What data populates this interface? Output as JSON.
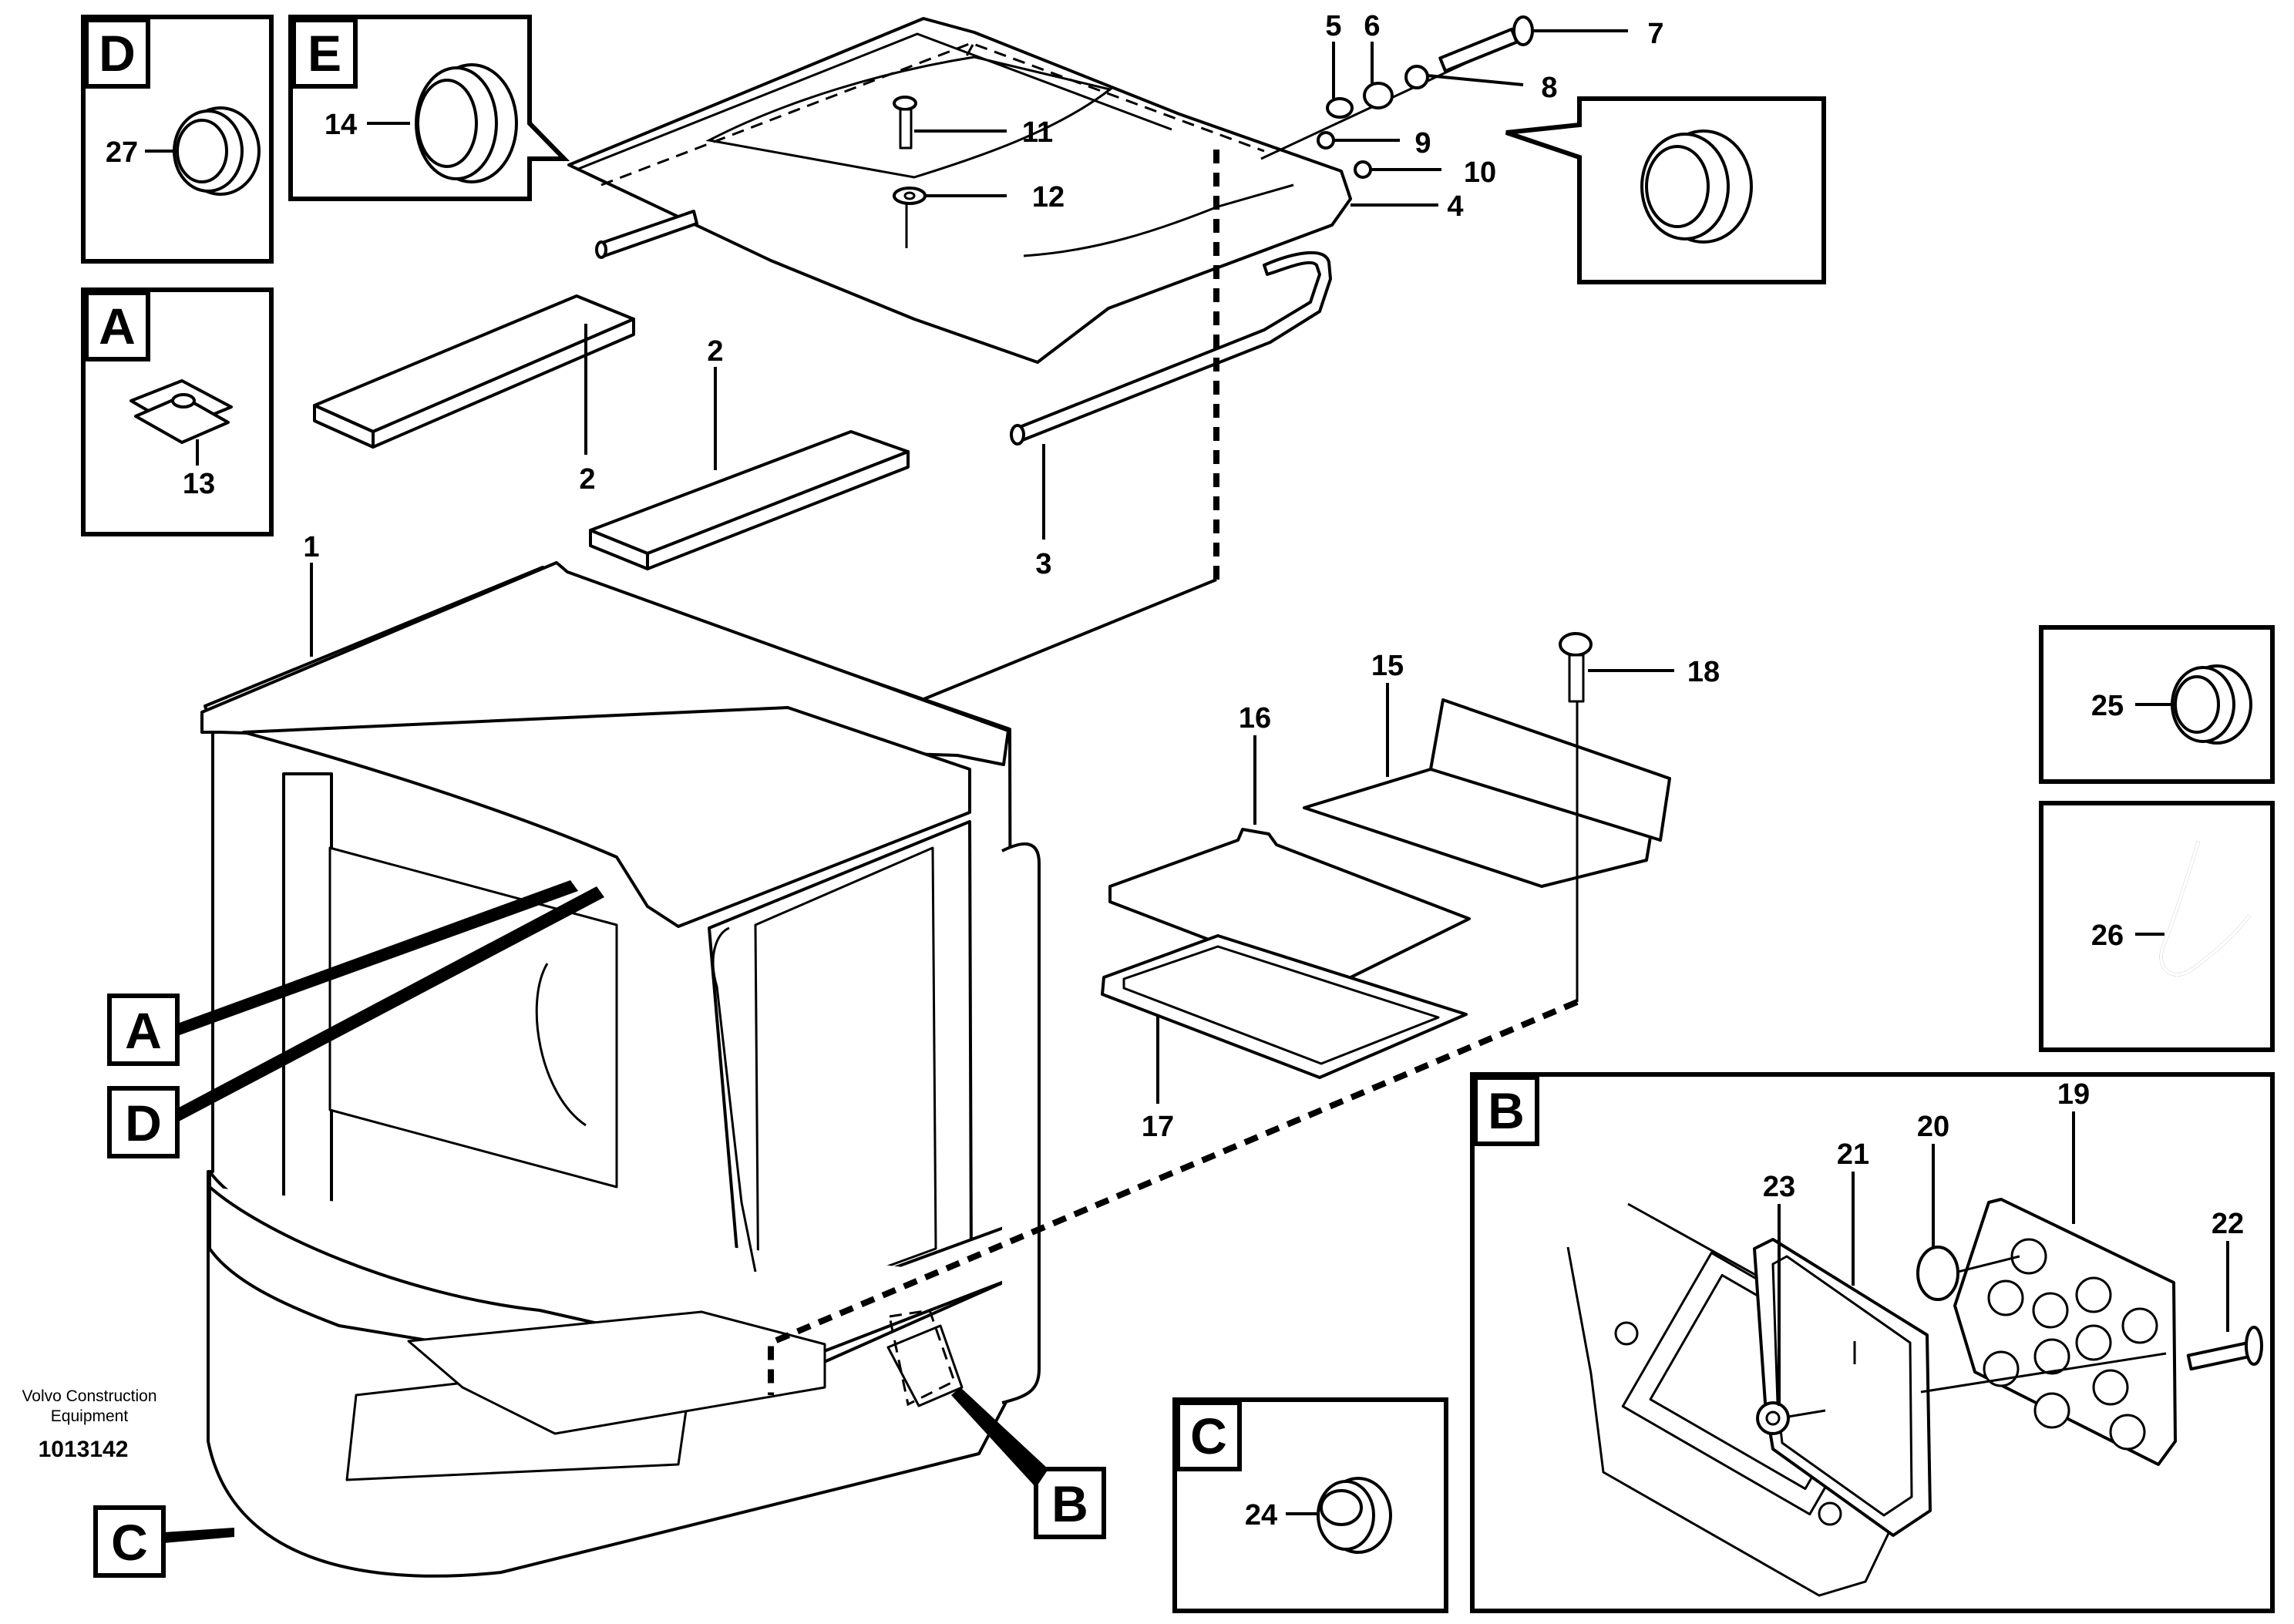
{
  "publisher": {
    "line1": "Volvo Construction",
    "line2": "Equipment",
    "document_number": "1013142"
  },
  "detail_boxes": {
    "A": {
      "letter": "A",
      "part": "13"
    },
    "B": {
      "letter": "B",
      "parts": [
        "19",
        "20",
        "21",
        "22",
        "23"
      ]
    },
    "C": {
      "letter": "C",
      "part": "24"
    },
    "D": {
      "letter": "D",
      "part": "27"
    },
    "E": {
      "letter": "E",
      "part": "14"
    },
    "box_25": {
      "part": "25"
    },
    "box_26": {
      "part": "26"
    }
  },
  "callouts": {
    "A": "A",
    "D": "D",
    "B": "B",
    "C": "C"
  },
  "part_numbers": [
    "1",
    "2",
    "2",
    "3",
    "4",
    "5",
    "6",
    "7",
    "8",
    "9",
    "10",
    "11",
    "12",
    "15",
    "16",
    "17",
    "18"
  ]
}
